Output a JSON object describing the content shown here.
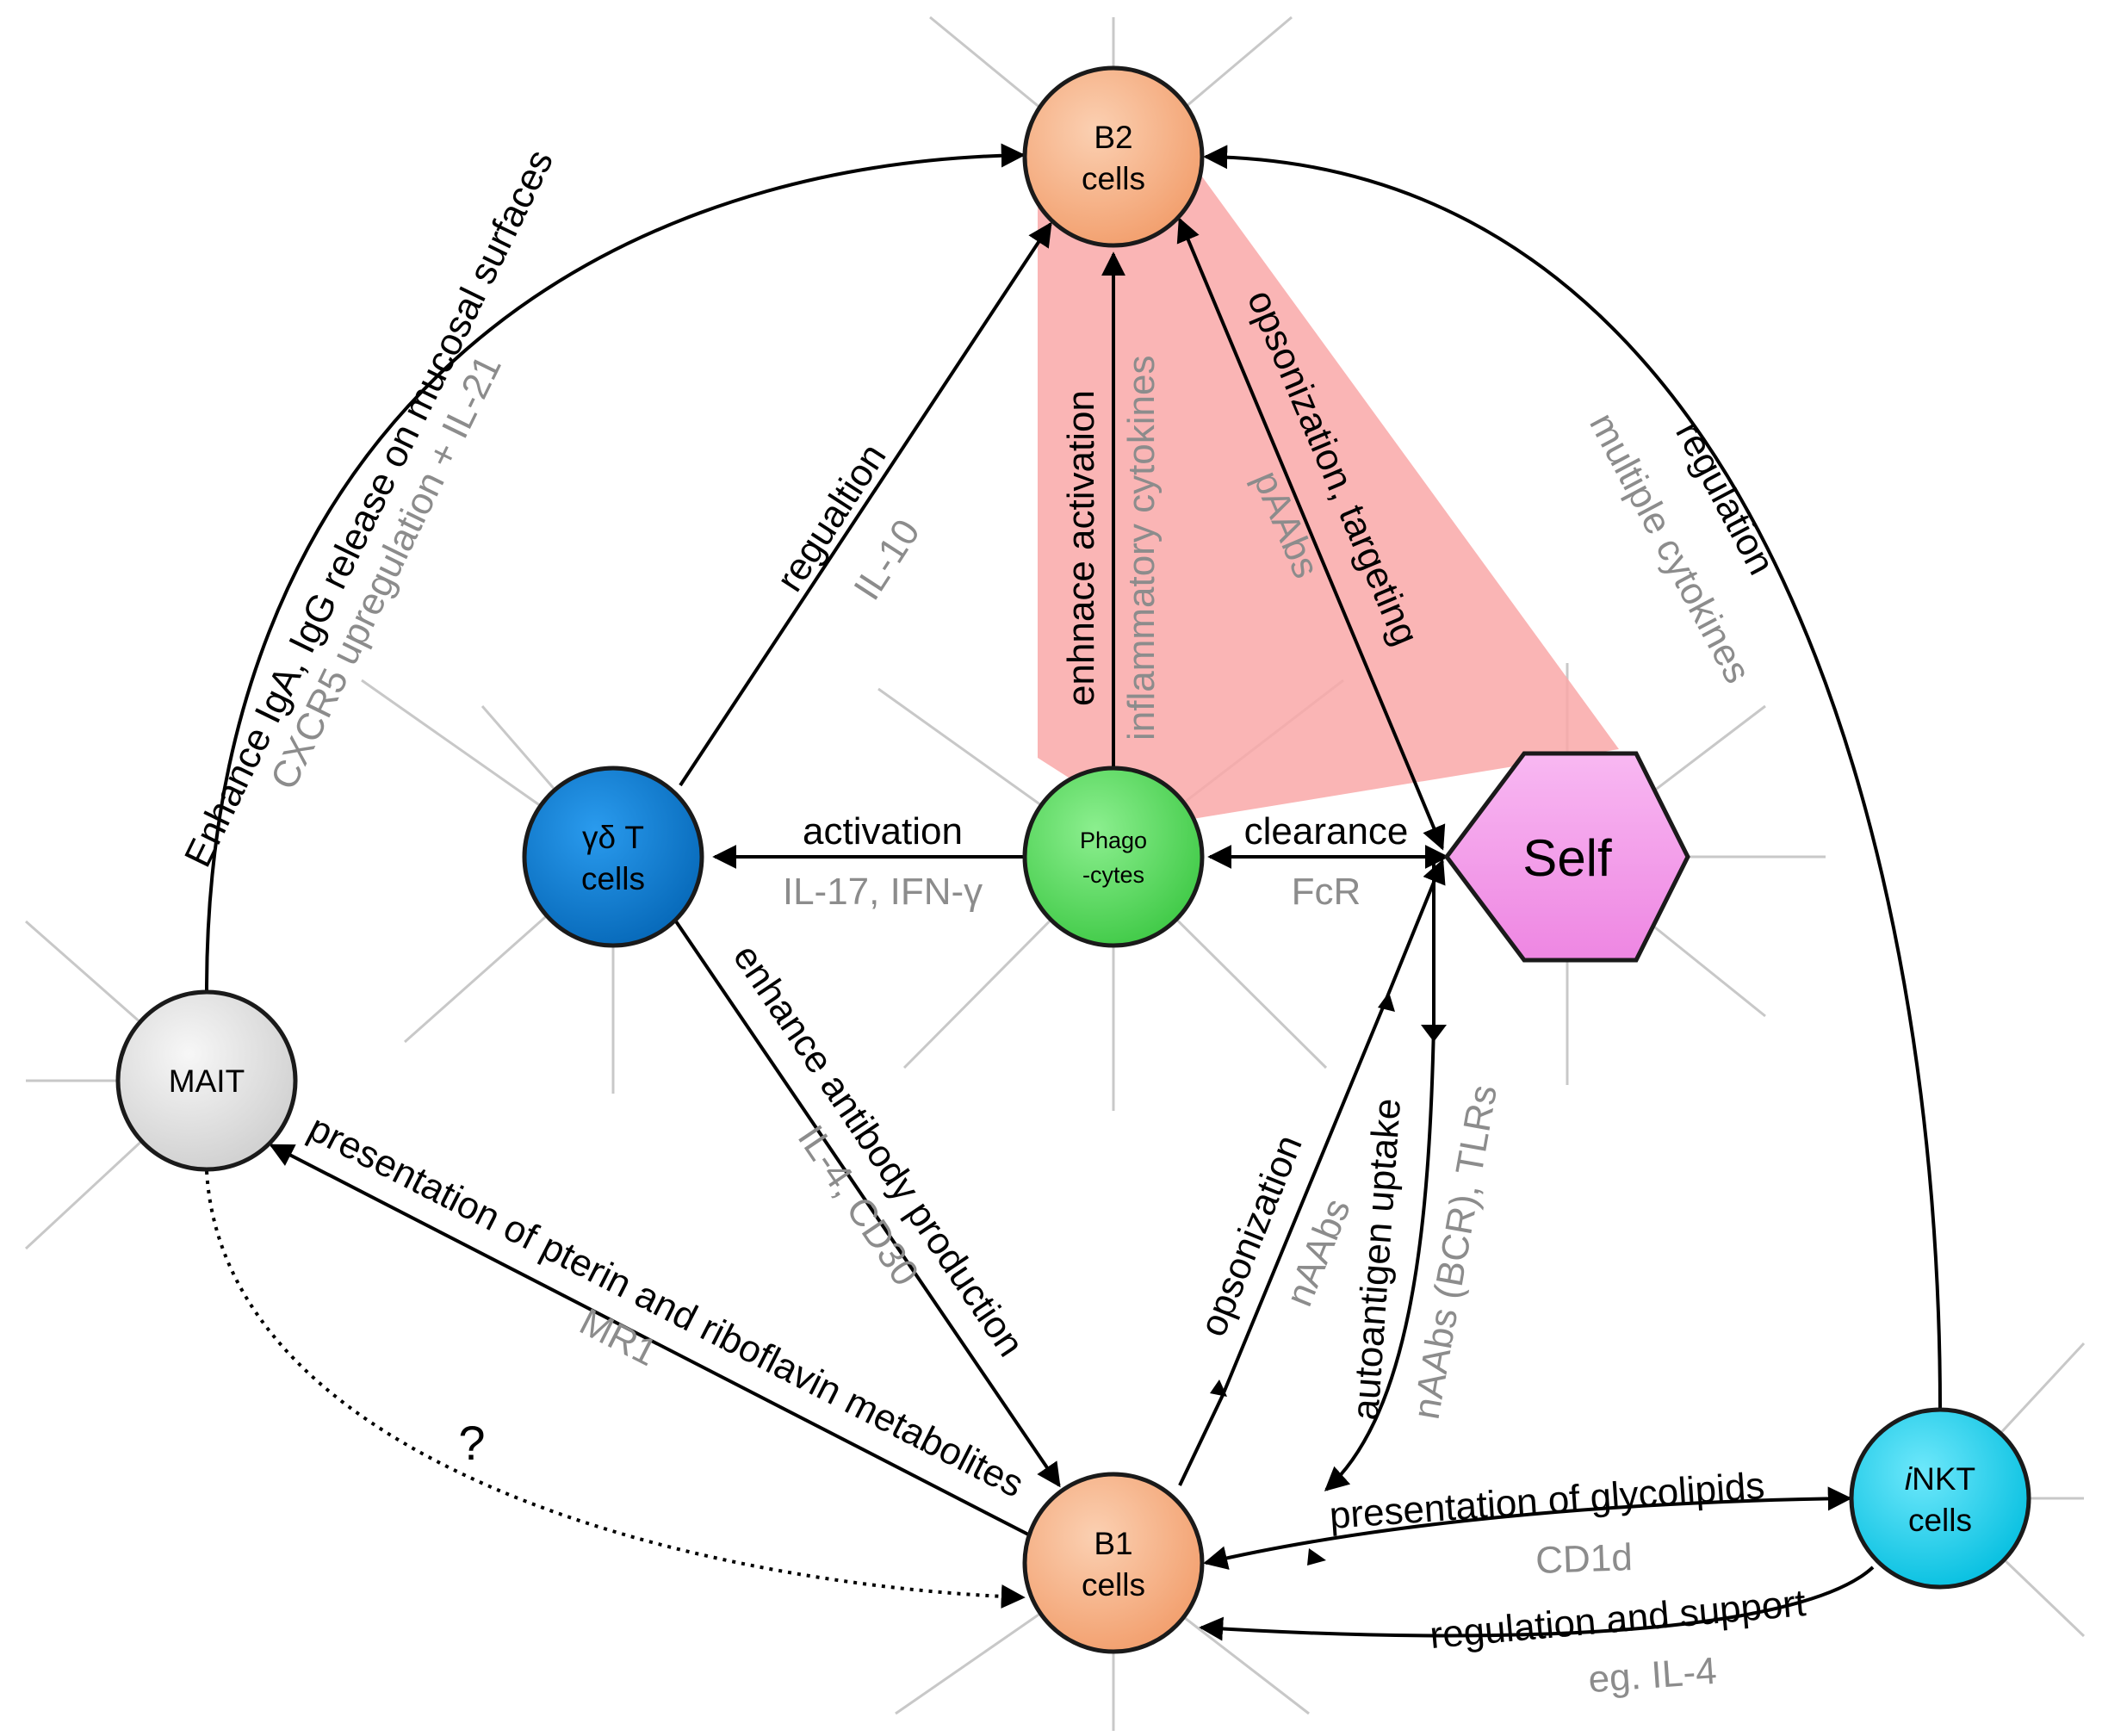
{
  "nodes": {
    "b2": {
      "line1": "B2",
      "line2": "cells",
      "color": "#f8b186"
    },
    "gdt": {
      "line1": "γδ T",
      "line2": "cells",
      "color": "#0a7fd6"
    },
    "phago": {
      "line1": "Phago",
      "line2": "-cytes",
      "color": "#5ee064"
    },
    "self": {
      "label": "Self",
      "color": "#f7a3ee"
    },
    "mait": {
      "label": "MAIT",
      "color": "#e6e6e6"
    },
    "b1": {
      "line1": "B1",
      "line2": "cells",
      "color": "#f8b186"
    },
    "inkt": {
      "italic_prefix": "i",
      "line1_rest": "NKT",
      "line2": "cells",
      "color": "#16d6f4"
    }
  },
  "edges": {
    "mait_b2": {
      "label": "Enhance IgA, IgG release on mucosal surfaces",
      "sub": "CXCR5 upregulation + IL-21"
    },
    "gdt_b2": {
      "label": "regualtion",
      "sub": "IL-10"
    },
    "phago_b2": {
      "label": "enhnace activation",
      "sub": "inflammatory cytokines"
    },
    "b2_self": {
      "label": "opsonization, targeting",
      "sub": "pAAbs"
    },
    "inkt_b2": {
      "label": "regulation",
      "sub": "multiple cytokines"
    },
    "phago_gdt": {
      "label": "activation",
      "sub": "IL-17, IFN-γ"
    },
    "self_phago": {
      "label": "clearance",
      "sub": "FcR"
    },
    "gdt_b1": {
      "label": "enhance antibody production",
      "sub": "IL-4, CD30"
    },
    "b1_mait": {
      "label": "presentation of pterin and riboflavin metabolites",
      "sub": "MR1"
    },
    "mait_b1_unknown": {
      "label": "?"
    },
    "b1_self": {
      "label": "opsonization",
      "sub": "nAAbs"
    },
    "self_b1": {
      "label": "autoantigen uptake",
      "sub": "nAAbs (BCR), TLRs"
    },
    "b1_inkt": {
      "label": "presentation of glycolipids",
      "sub": "CD1d"
    },
    "inkt_b1": {
      "label": "regulation and support",
      "sub": "eg. IL-4"
    }
  },
  "colors": {
    "highlight": "#f9a8a8",
    "spoke": "#c8c8c8"
  }
}
